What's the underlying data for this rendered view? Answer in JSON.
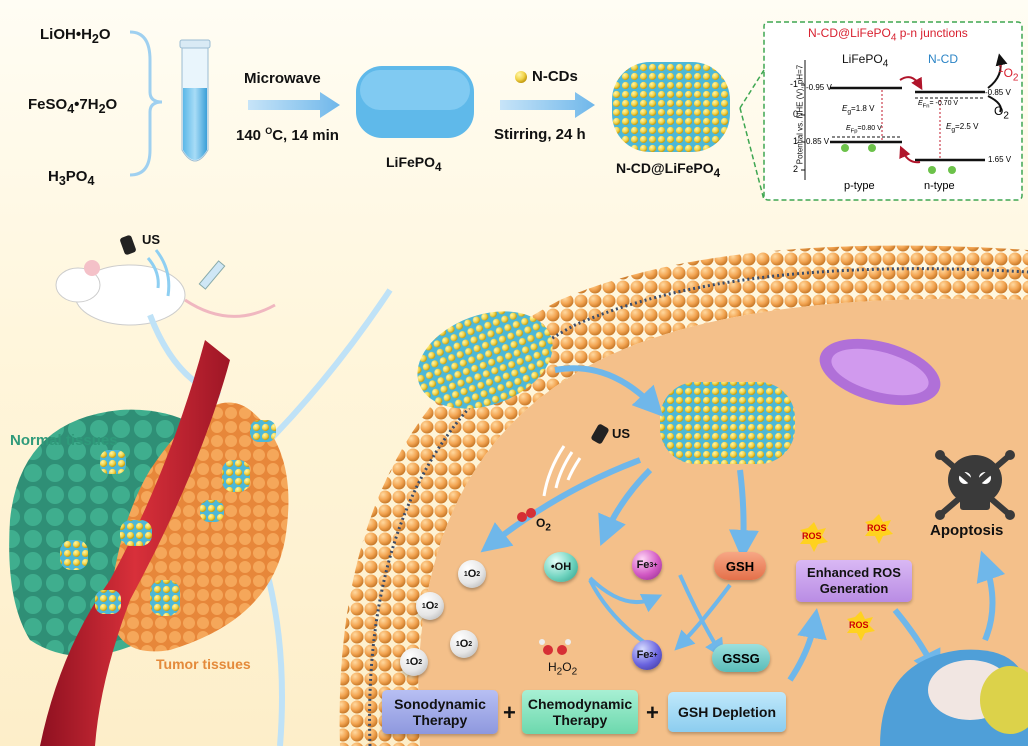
{
  "synthesis": {
    "reagents": [
      "LiOH•H",
      "FeSO",
      "H"
    ],
    "reagent_full": [
      "LiOH•H2O",
      "FeSO4•7H2O",
      "H3PO4"
    ],
    "microwave_label": "Microwave",
    "microwave_cond": "140 ",
    "microwave_cond2": "C, 14 min",
    "lifepo4_label": "LiFePO",
    "ncds_label": "N-CDs",
    "stirring_label": "Stirring, 24 h",
    "product_label": "N-CD@LiFePO"
  },
  "energy_diagram": {
    "title_prefix": "N-CD@LiFePO",
    "title_suffix": " p-n junctions",
    "left_label": "LiFePO",
    "right_label": "N-CD",
    "y_axis_label": "Potential vs. NHE (V), pH=7",
    "ticks": [
      "-1",
      "0",
      "1",
      "2"
    ],
    "cb_left": "-0.95 V",
    "vb_left": "0.85 V",
    "eg_left": "=1.8 V",
    "efp": "=0.80 V",
    "efn": "= -0.70 V",
    "eg_right": "=2.5 V",
    "cb_right": "-0.85 V",
    "vb_right": "1.65 V",
    "ptype": "p-type",
    "ntype": "n-type",
    "o2_top": "O",
    "o2_bottom": "O"
  },
  "left_panel": {
    "us": "US",
    "normal": "Normal tissues",
    "tumor": "Tumor tissues"
  },
  "cell_panel": {
    "us": "US",
    "o2_label": "O",
    "singlet": "O",
    "oh": "•OH",
    "fe3": "Fe",
    "fe2": "Fe",
    "gsh": "GSH",
    "gssg": "GSSG",
    "h2o2": "H",
    "ros": "ROS",
    "enhanced": "Enhanced ROS Generation",
    "apoptosis": "Apoptosis",
    "sono": "Sonodynamic Therapy",
    "chemo": "Chemodynamic Therapy",
    "gsh_dep": "GSH Depletion",
    "plus": "+"
  }
}
